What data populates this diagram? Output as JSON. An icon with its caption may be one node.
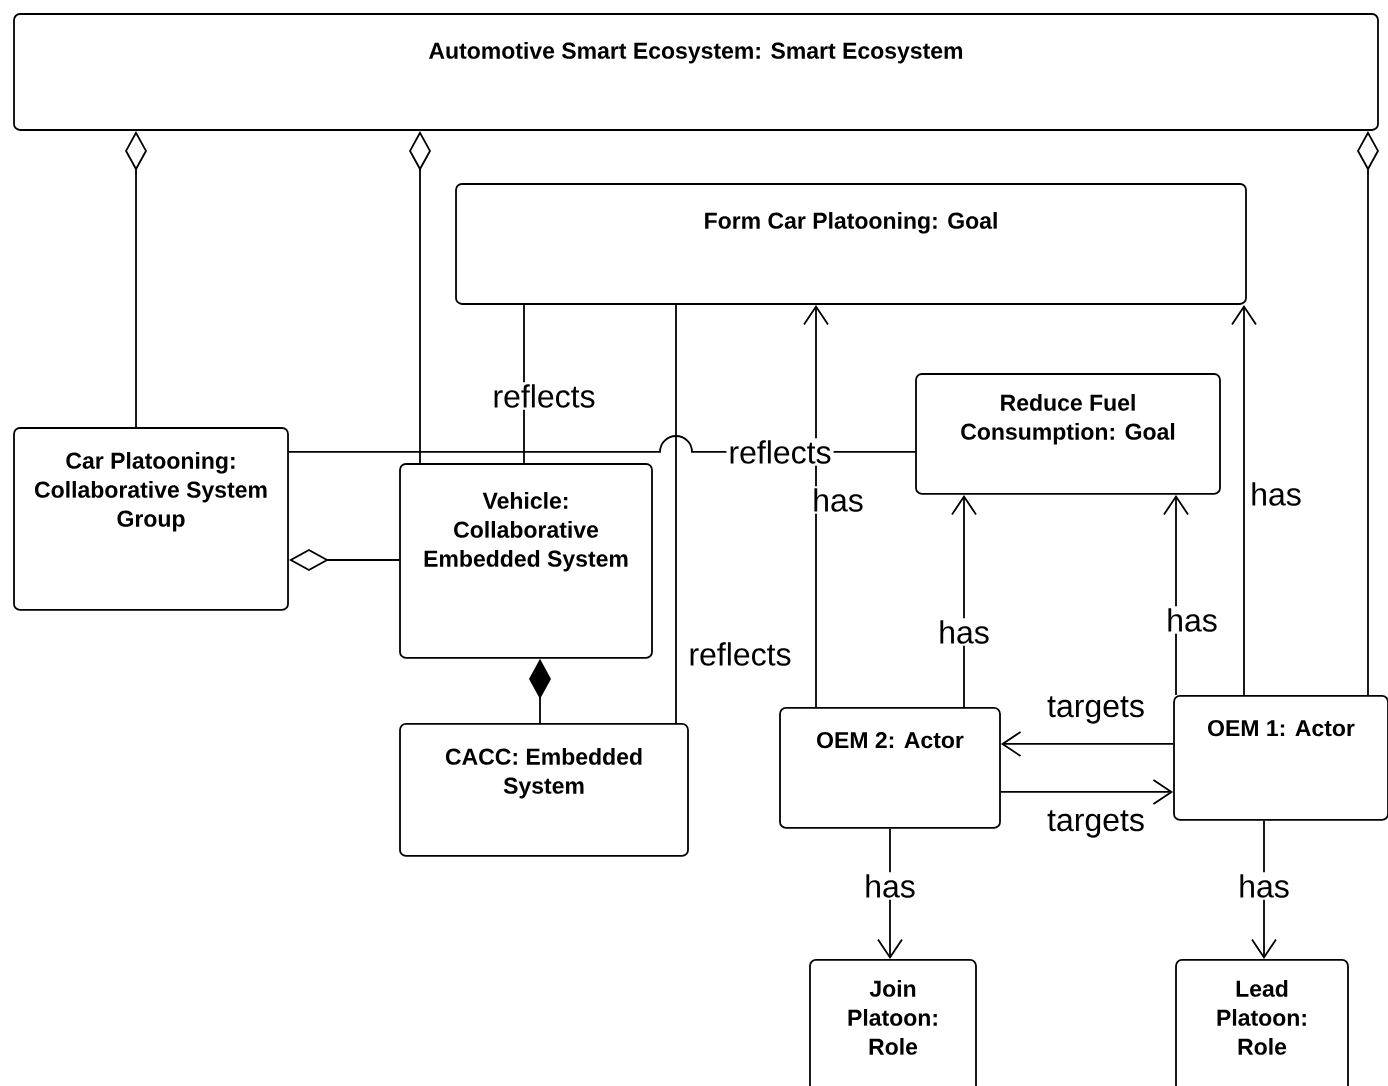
{
  "diagram": {
    "nodes": [
      {
        "text": [
          "Automotive Smart Ecosystem: Smart Ecosystem"
        ]
      },
      {
        "text": [
          "Form Car Platooning: Goal"
        ]
      },
      {
        "text": [
          "Car Platooning: Collaborative System Group"
        ]
      },
      {
        "text": [
          "Vehicle: Collaborative Embedded System"
        ]
      },
      {
        "text": [
          "Reduce Fuel Consumption: Goal"
        ]
      },
      {
        "text": [
          "CACC: Embedded System"
        ]
      },
      {
        "text": [
          "OEM 2: Actor"
        ]
      },
      {
        "text": [
          "OEM 1: Actor"
        ]
      },
      {
        "text": [
          "Join Platoon: Role"
        ]
      },
      {
        "text": [
          "Lead Platoon: Role"
        ]
      }
    ],
    "edges": [
      {
        "from": 2,
        "to": 0,
        "arrow": "other"
      },
      {
        "from": 3,
        "to": 0,
        "arrow": "other"
      },
      {
        "from": 7,
        "to": 0,
        "arrow": "other"
      },
      {
        "from": 3,
        "to": 2,
        "arrow": "other"
      },
      {
        "from": 5,
        "to": 3,
        "arrow": "other"
      },
      {
        "from": 3,
        "to": 1,
        "arrow": "none",
        "label": "reflects"
      },
      {
        "from": 2,
        "to": 4,
        "arrow": "none",
        "label": "reflects"
      },
      {
        "from": 5,
        "to": 1,
        "arrow": "none",
        "label": "reflects"
      },
      {
        "from": 6,
        "to": 1,
        "arrow": "to",
        "label": "has"
      },
      {
        "from": 6,
        "to": 4,
        "arrow": "to",
        "label": "has"
      },
      {
        "from": 7,
        "to": 4,
        "arrow": "to",
        "label": "has"
      },
      {
        "from": 7,
        "to": 1,
        "arrow": "to",
        "label": "has"
      },
      {
        "from": 7,
        "to": 6,
        "arrow": "to",
        "label": "targets"
      },
      {
        "from": 6,
        "to": 7,
        "arrow": "to",
        "label": "targets"
      },
      {
        "from": 6,
        "to": 8,
        "arrow": "to",
        "label": "has"
      },
      {
        "from": 7,
        "to": 9,
        "arrow": "to",
        "label": "has"
      }
    ]
  }
}
